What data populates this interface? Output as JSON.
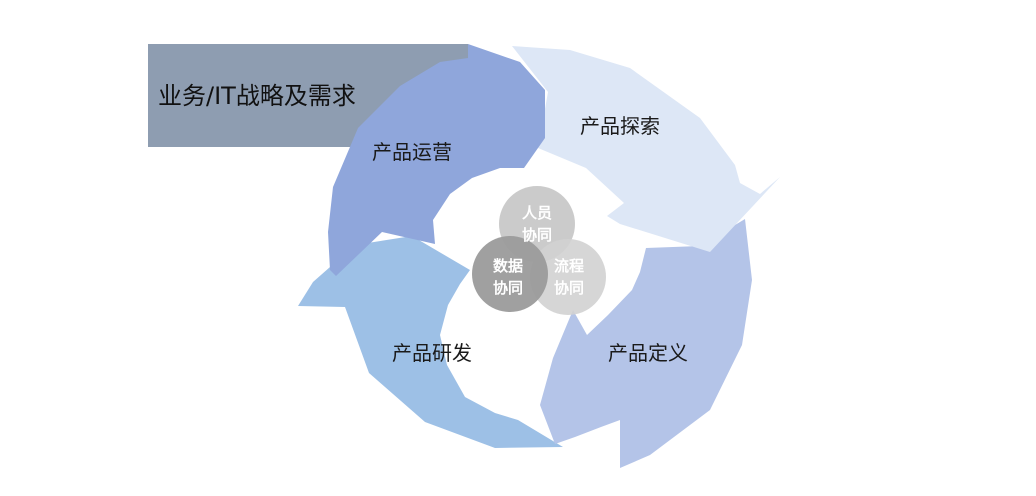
{
  "banner": {
    "label": "业务/IT战略及需求",
    "color": "#8E9DB1"
  },
  "segments": [
    {
      "key": "operations",
      "label": "产品运营",
      "color": "#8FA6DB"
    },
    {
      "key": "explore",
      "label": "产品探索",
      "color": "#DDE7F6"
    },
    {
      "key": "define",
      "label": "产品定义",
      "color": "#B4C4E8"
    },
    {
      "key": "develop",
      "label": "产品研发",
      "color": "#9DC0E6"
    }
  ],
  "center": [
    {
      "key": "people",
      "line1": "人员",
      "line2": "协同",
      "color": "#C5C5C5"
    },
    {
      "key": "process",
      "line1": "流程",
      "line2": "协同",
      "color": "#D2D2D2"
    },
    {
      "key": "data",
      "line1": "数据",
      "line2": "协同",
      "color": "#9B9B9B"
    }
  ]
}
